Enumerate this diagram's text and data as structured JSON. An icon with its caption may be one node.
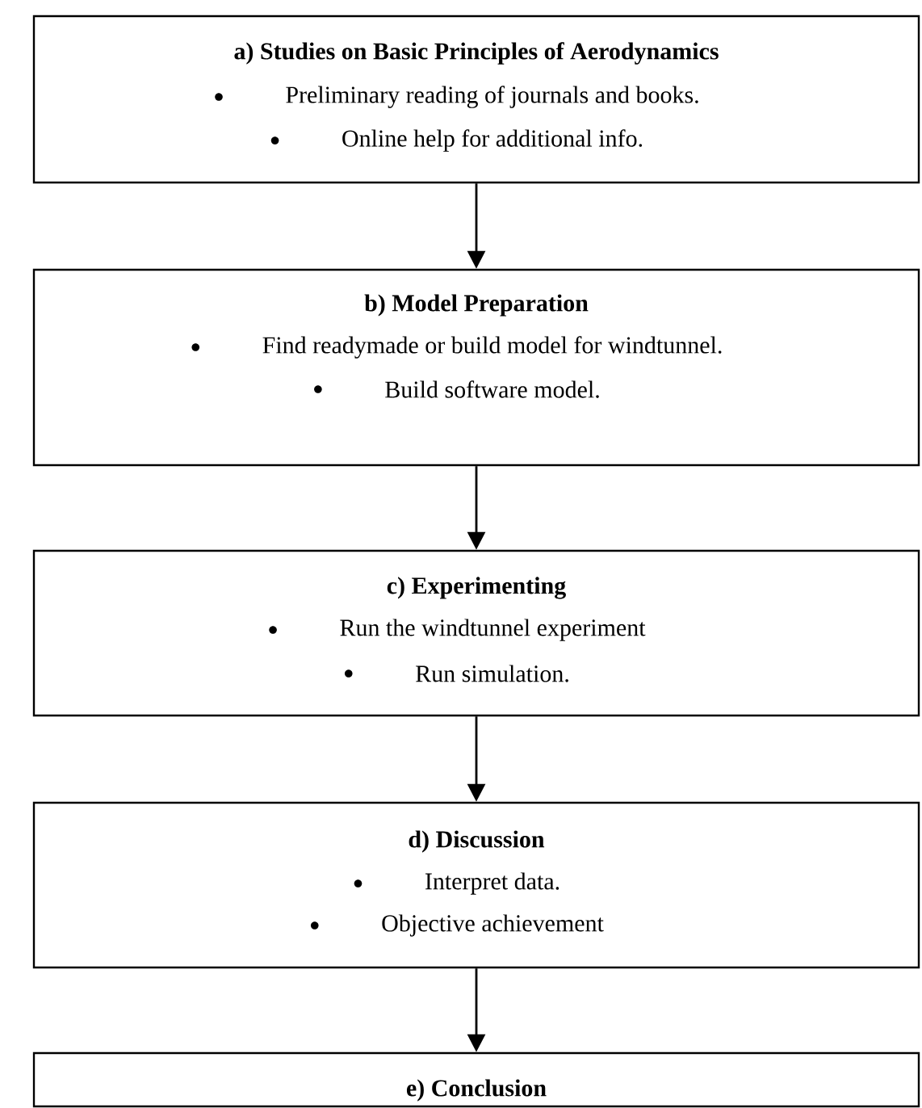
{
  "diagram": {
    "nodes": [
      {
        "text": [
          "a) Studies on Basic Principles of Aerodynamics",
          "Preliminary reading of journals and books.",
          "Online help for additional info."
        ]
      },
      {
        "text": [
          "b) Model Preparation",
          "Find readymade or build model for windtunnel.",
          "Build software model."
        ]
      },
      {
        "text": [
          "c) Experimenting",
          "Run the windtunnel experiment",
          "Run simulation."
        ]
      },
      {
        "text": [
          "d) Discussion",
          "Interpret data.",
          "Objective achievement"
        ]
      },
      {
        "text": [
          "e) Conclusion"
        ]
      }
    ],
    "edges": [
      {
        "from": 0,
        "to": 1,
        "arrow": "to"
      },
      {
        "from": 1,
        "to": 2,
        "arrow": "to"
      },
      {
        "from": 2,
        "to": 3,
        "arrow": "to"
      },
      {
        "from": 3,
        "to": 4,
        "arrow": "to"
      }
    ]
  }
}
